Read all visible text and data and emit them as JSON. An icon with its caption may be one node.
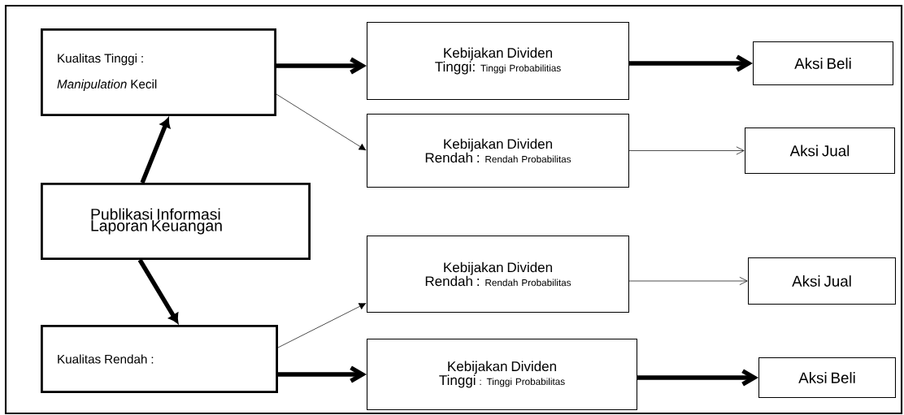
{
  "diagram": {
    "nodes": [
      {
        "text": [
          "Kualitas Tinggi :",
          "*Manipulation* Kecil"
        ]
      },
      {
        "text": [
          "Publikasi Informasi Laporan Keuangan"
        ]
      },
      {
        "text": [
          "Kualitas Rendah :"
        ]
      },
      {
        "text": [
          "Kebijakan Dividen Tinggi:",
          "Tinggi Probabilitias"
        ]
      },
      {
        "text": [
          "Aksi Beli"
        ]
      },
      {
        "text": [
          "Kebijakan Dividen Rendah :",
          "Rendah Probabilitas"
        ]
      },
      {
        "text": [
          "Aksi Jual"
        ]
      },
      {
        "text": [
          "Kebijakan Dividen Rendah :",
          "Rendah Probabilitas"
        ]
      },
      {
        "text": [
          "Aksi Jual"
        ]
      },
      {
        "text": [
          "Kebijakan Dividen Tinggi",
          ":  Tinggi Probabilitas"
        ]
      },
      {
        "text": [
          "Aksi Beli"
        ]
      }
    ],
    "edges": [
      {
        "from": 1,
        "to": 0,
        "arrow": "to"
      },
      {
        "from": 1,
        "to": 2,
        "arrow": "to"
      },
      {
        "from": 0,
        "to": 3,
        "arrow": "to"
      },
      {
        "from": 0,
        "to": 5,
        "arrow": "to"
      },
      {
        "from": 3,
        "to": 4,
        "arrow": "to"
      },
      {
        "from": 5,
        "to": 6,
        "arrow": "to"
      },
      {
        "from": 2,
        "to": 7,
        "arrow": "to"
      },
      {
        "from": 2,
        "to": 9,
        "arrow": "to"
      },
      {
        "from": 7,
        "to": 8,
        "arrow": "to"
      },
      {
        "from": 9,
        "to": 10,
        "arrow": "to"
      }
    ]
  }
}
